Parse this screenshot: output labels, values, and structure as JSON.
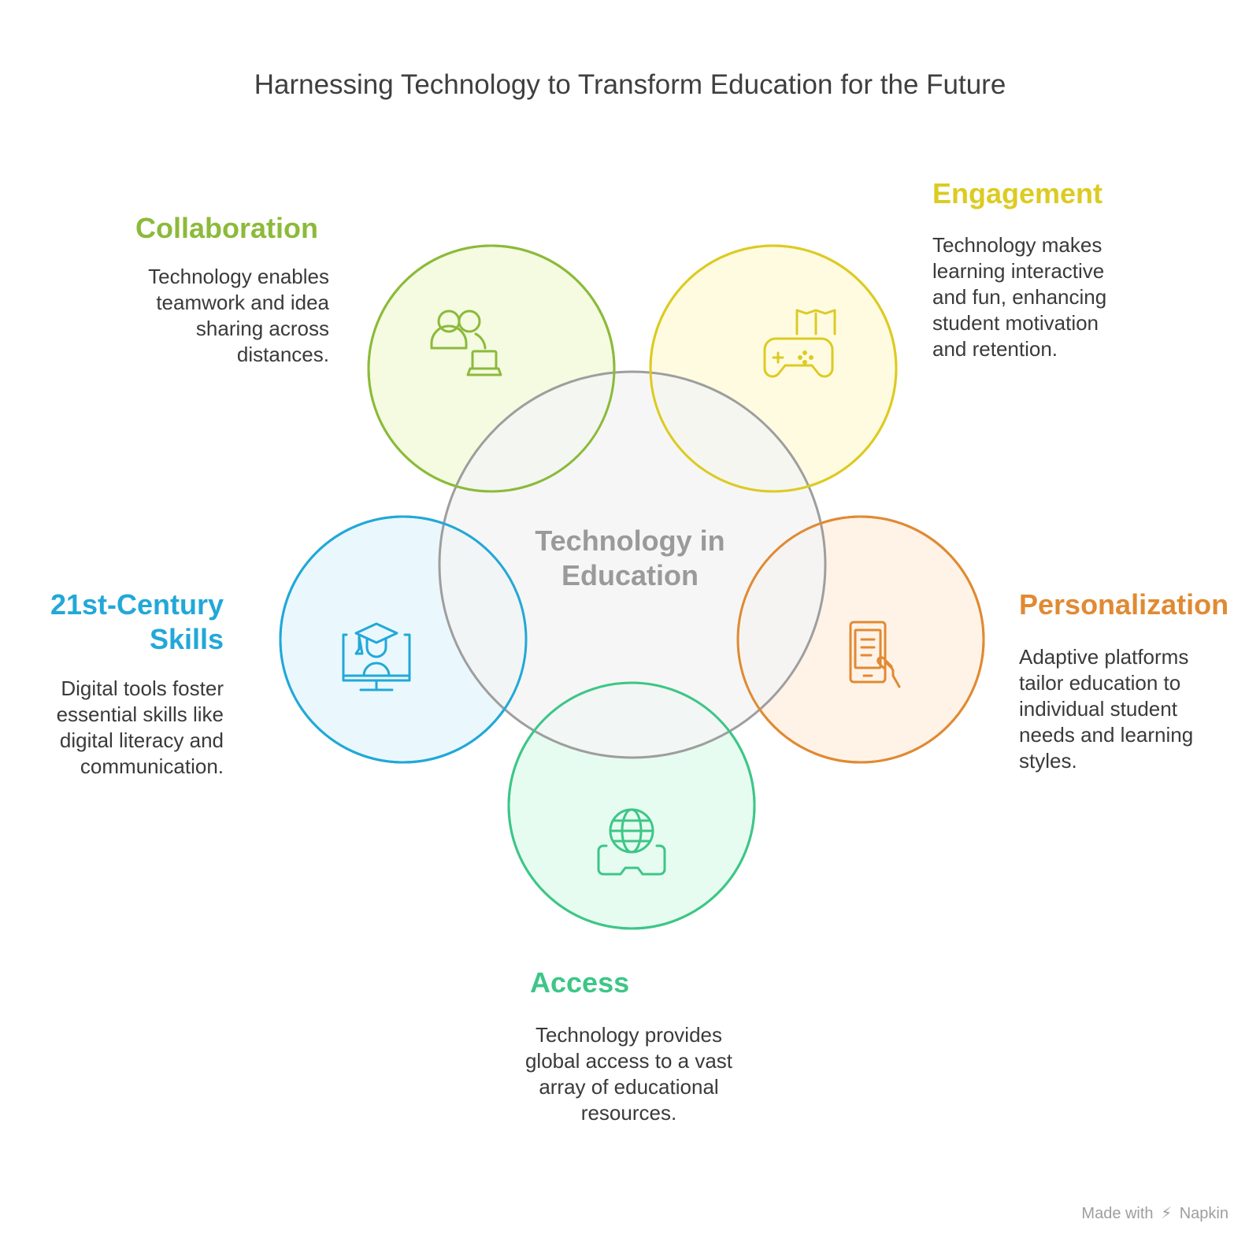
{
  "title": "Harnessing Technology to Transform Education for the Future",
  "center": {
    "label_line1": "Technology in",
    "label_line2": "Education",
    "color": "#9e9e9e",
    "fill": "#f4f4f4"
  },
  "nodes": [
    {
      "key": "collaboration",
      "title": "Collaboration",
      "description": "Technology enables teamwork and idea sharing across distances.",
      "color": "#8cba3a",
      "fill": "#f2fadc",
      "icon": "team-laptop-icon"
    },
    {
      "key": "engagement",
      "title": "Engagement",
      "description": "Technology makes learning interactive and fun, enhancing student motivation and retention.",
      "color": "#dccb22",
      "fill": "#fffadc",
      "icon": "gamepad-book-icon"
    },
    {
      "key": "personalization",
      "title": "Personalization",
      "description": "Adaptive platforms tailor education to individual student needs and learning styles.",
      "color": "#e08a33",
      "fill": "#fff1e3",
      "icon": "tablet-hand-icon"
    },
    {
      "key": "access",
      "title": "Access",
      "description": "Technology provides global access to a vast array of educational resources.",
      "color": "#3dc687",
      "fill": "#e3fbee",
      "icon": "globe-vr-icon"
    },
    {
      "key": "skills",
      "title_line1": "21st-Century",
      "title_line2": "Skills",
      "description": "Digital tools foster essential skills like digital literacy and communication.",
      "color": "#22a8d8",
      "fill": "#e6f7fd",
      "icon": "graduate-monitor-icon"
    }
  ],
  "footer": {
    "made_with": "Made with",
    "brand": "Napkin"
  }
}
